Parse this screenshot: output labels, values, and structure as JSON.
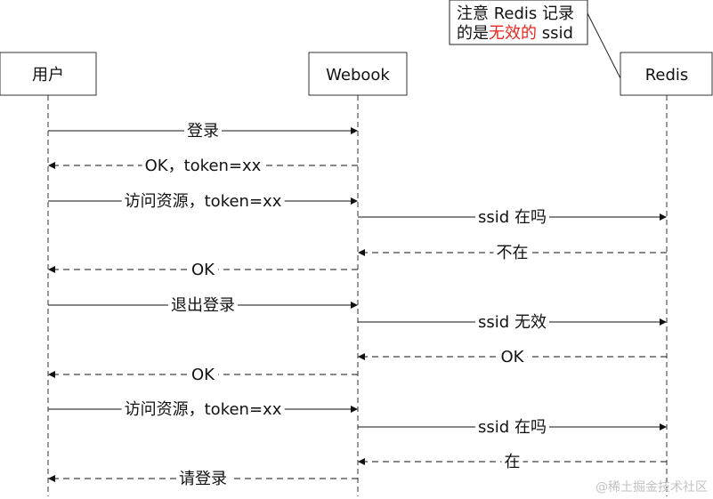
{
  "actors": [
    {
      "id": "user",
      "label": "用户"
    },
    {
      "id": "webook",
      "label": "Webook"
    },
    {
      "id": "redis",
      "label": "Redis"
    }
  ],
  "note": {
    "line1": "注意 Redis 记录",
    "line2_prefix": "的是",
    "line2_highlight": "无效的",
    "line2_suffix": " ssid"
  },
  "messages": [
    {
      "label": "登录",
      "from": "user",
      "to": "webook",
      "style": "solid"
    },
    {
      "label": "OK，token=xx",
      "from": "webook",
      "to": "user",
      "style": "dashed"
    },
    {
      "label": "访问资源，token=xx",
      "from": "user",
      "to": "webook",
      "style": "solid"
    },
    {
      "label": "ssid 在吗",
      "from": "webook",
      "to": "redis",
      "style": "solid"
    },
    {
      "label": "不在",
      "from": "redis",
      "to": "webook",
      "style": "dashed"
    },
    {
      "label": "OK",
      "from": "webook",
      "to": "user",
      "style": "dashed"
    },
    {
      "label": "退出登录",
      "from": "user",
      "to": "webook",
      "style": "solid"
    },
    {
      "label": "ssid 无效",
      "from": "webook",
      "to": "redis",
      "style": "solid"
    },
    {
      "label": "OK",
      "from": "redis",
      "to": "webook",
      "style": "dashed"
    },
    {
      "label": "OK",
      "from": "webook",
      "to": "user",
      "style": "dashed"
    },
    {
      "label": "访问资源，token=xx",
      "from": "user",
      "to": "webook",
      "style": "solid"
    },
    {
      "label": "ssid 在吗",
      "from": "webook",
      "to": "redis",
      "style": "solid"
    },
    {
      "label": "在",
      "from": "redis",
      "to": "webook",
      "style": "dashed"
    },
    {
      "label": "请登录",
      "from": "webook",
      "to": "user",
      "style": "dashed"
    }
  ],
  "watermark": "@稀土掘金技术社区"
}
